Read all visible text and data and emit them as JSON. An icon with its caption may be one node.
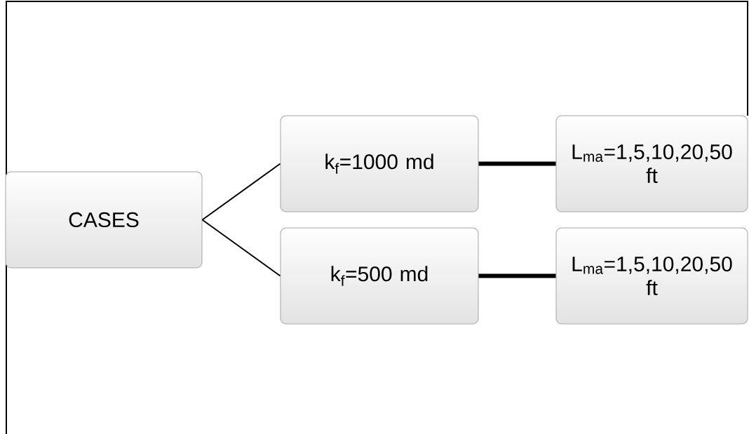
{
  "diagram": {
    "nodes": [
      {
        "text": [
          "CASES"
        ]
      },
      {
        "text": [
          "k$_{f}$=1000 md"
        ]
      },
      {
        "text": [
          "k$_{f}$=500 md"
        ]
      },
      {
        "text": [
          "L$_{ma}$=1,5,10,20,50 ft"
        ]
      },
      {
        "text": [
          "L$_{ma}$=1,5,10,20,50 ft"
        ]
      }
    ],
    "edges": [
      {
        "from": 0,
        "to": 1,
        "arrow": "none"
      },
      {
        "from": 0,
        "to": 2,
        "arrow": "none"
      },
      {
        "from": 1,
        "to": 3,
        "arrow": "none",
        "style": "thick"
      },
      {
        "from": 2,
        "to": 4,
        "arrow": "none",
        "style": "thick"
      }
    ]
  }
}
